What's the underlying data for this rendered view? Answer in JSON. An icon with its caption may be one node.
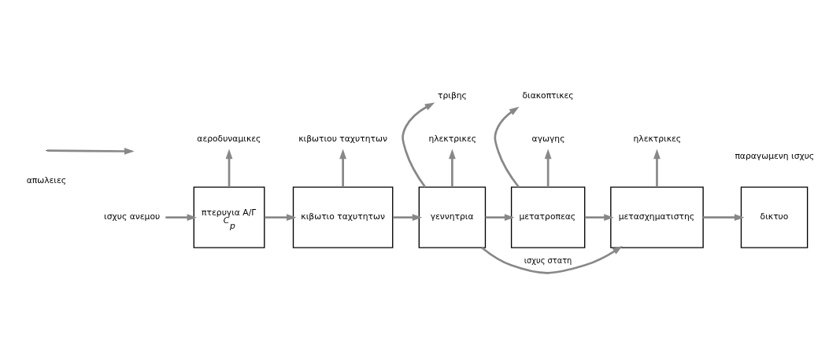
{
  "diagram": {
    "nodes": [
      {
        "text": [
          "ισχυς ανεμου"
        ]
      },
      {
        "text": [
          "πτερυγια Α/Γ",
          "C$_{p}$"
        ]
      },
      {
        "text": [
          "κιβωτιο ταχυτητων"
        ]
      },
      {
        "text": [
          "γεννητρια"
        ]
      },
      {
        "text": [
          "μετατροπεας"
        ]
      },
      {
        "text": [
          "μετασχηματιστης"
        ]
      },
      {
        "text": [
          "δικτυο"
        ]
      },
      {
        "text": [
          "αεροδυναμικες"
        ]
      },
      {
        "text": [
          "κιβωτιου ταχυτητων"
        ]
      },
      {
        "text": [
          "τριβης"
        ]
      },
      {
        "text": [
          "ηλεκτρικες"
        ]
      },
      {
        "text": [
          "διακοπτικες"
        ]
      },
      {
        "text": [
          "αγωγης"
        ]
      },
      {
        "text": [
          "ηλεκτρικες"
        ]
      }
    ],
    "edges": [
      {
        "from": 0,
        "to": 1,
        "arrow": "to"
      },
      {
        "from": 1,
        "to": 2,
        "arrow": "to"
      },
      {
        "from": 2,
        "to": 3,
        "arrow": "to"
      },
      {
        "from": 3,
        "to": 4,
        "arrow": "to"
      },
      {
        "from": 4,
        "to": 5,
        "arrow": "to"
      },
      {
        "from": 5,
        "to": 6,
        "arrow": "to"
      },
      {
        "from": 3,
        "to": 5,
        "arrow": "to",
        "label": "ισχυς στατη"
      },
      {
        "from": 1,
        "to": 7,
        "arrow": "to"
      },
      {
        "from": 2,
        "to": 8,
        "arrow": "to"
      },
      {
        "from": 3,
        "to": 9,
        "arrow": "to"
      },
      {
        "from": 3,
        "to": 10,
        "arrow": "to"
      },
      {
        "from": 4,
        "to": 11,
        "arrow": "to"
      },
      {
        "from": 4,
        "to": 12,
        "arrow": "to"
      },
      {
        "from": 5,
        "to": 13,
        "arrow": "to"
      }
    ],
    "labels": [
      "παραγωμενη ισχυς"
    ],
    "legend": [
      {
        "text": "απωλειες"
      }
    ]
  }
}
